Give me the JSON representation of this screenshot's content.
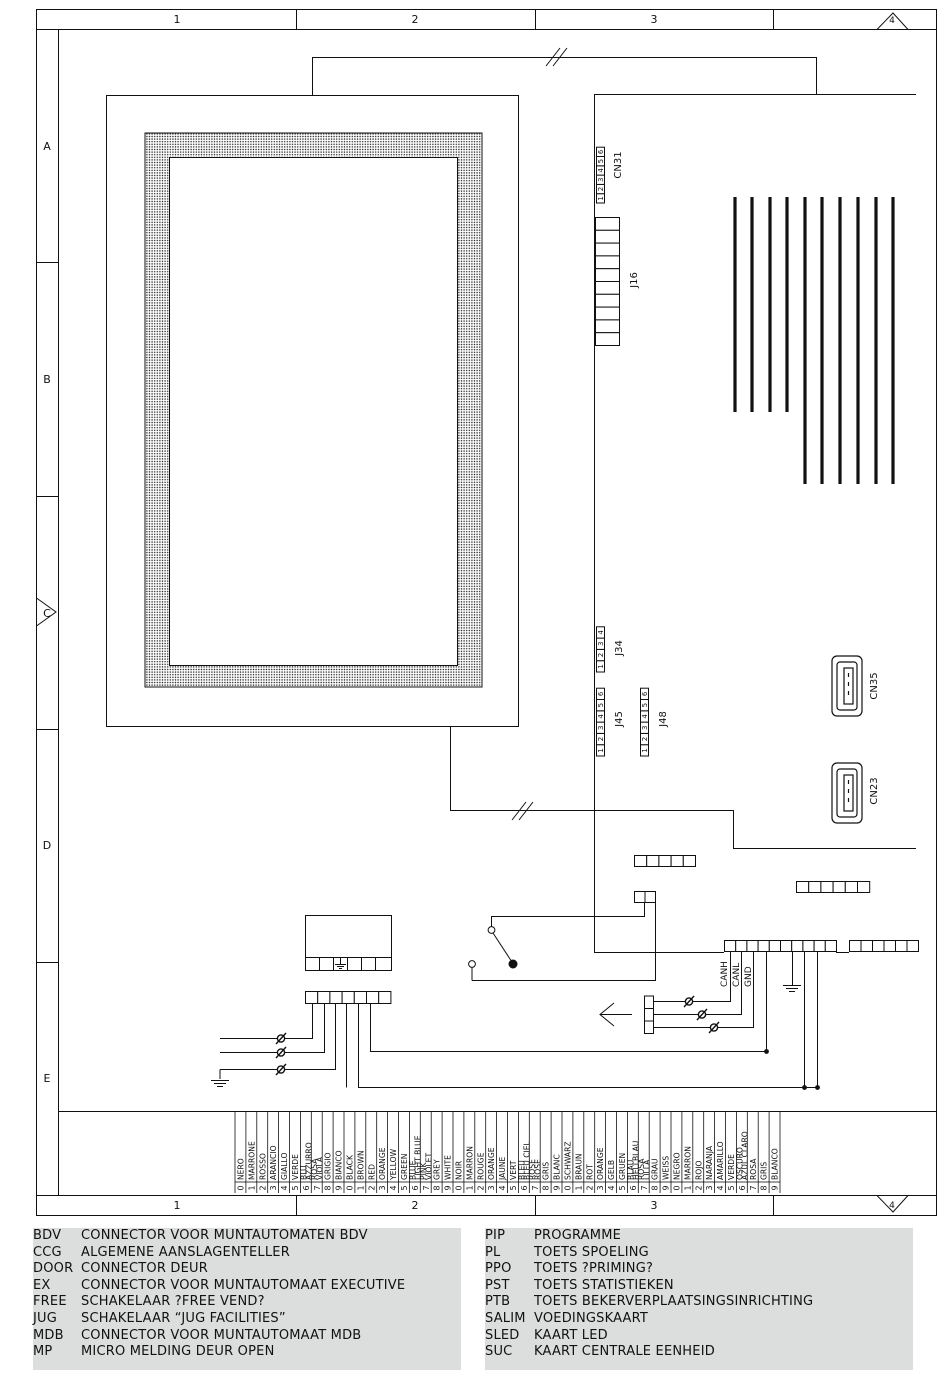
{
  "frame": {
    "columns": [
      "1",
      "2",
      "3",
      "4"
    ],
    "rows": [
      "A",
      "B",
      "C",
      "D",
      "E"
    ]
  },
  "connectors": {
    "cn31": {
      "label": "CN31",
      "pins": [
        "1",
        "2",
        "3",
        "4",
        "5",
        "6"
      ]
    },
    "j16": {
      "label": "J16"
    },
    "j34": {
      "label": "J34",
      "pins": [
        "1",
        "2",
        "3",
        "4"
      ]
    },
    "j45": {
      "label": "J45",
      "pins": [
        "1",
        "2",
        "3",
        "4",
        "5",
        "6"
      ]
    },
    "j48": {
      "label": "J48",
      "pins": [
        "1",
        "2",
        "3",
        "4",
        "5",
        "6"
      ]
    },
    "cn35": {
      "label": "CN35"
    },
    "cn23": {
      "label": "CN23"
    }
  },
  "can_labels": [
    "CANH",
    "CANL",
    "GND"
  ],
  "color_table": [
    {
      "n": "0",
      "names": [
        "NERO"
      ]
    },
    {
      "n": "1",
      "names": [
        "MARRONE"
      ]
    },
    {
      "n": "2",
      "names": [
        "ROSSO"
      ]
    },
    {
      "n": "3",
      "names": [
        "ARANCIO"
      ]
    },
    {
      "n": "4",
      "names": [
        "GIALLO"
      ]
    },
    {
      "n": "5",
      "names": [
        "VERDE"
      ]
    },
    {
      "n": "6",
      "names": [
        "BLU",
        "AZZURRO"
      ]
    },
    {
      "n": "7",
      "names": [
        "ROSA",
        "VIOLA"
      ]
    },
    {
      "n": "8",
      "names": [
        "GRIGIO"
      ]
    },
    {
      "n": "9",
      "names": [
        "BIANCO"
      ]
    },
    {
      "n": "0",
      "names": [
        "BLACK"
      ]
    },
    {
      "n": "1",
      "names": [
        "BROWN"
      ]
    },
    {
      "n": "2",
      "names": [
        "RED"
      ]
    },
    {
      "n": "3",
      "names": [
        "ORANGE"
      ]
    },
    {
      "n": "4",
      "names": [
        "YELLOW"
      ]
    },
    {
      "n": "5",
      "names": [
        "GREEN"
      ]
    },
    {
      "n": "6",
      "names": [
        "BLUE",
        "LIGHT BLUE"
      ]
    },
    {
      "n": "7",
      "names": [
        "PINK",
        "VIOLET"
      ]
    },
    {
      "n": "8",
      "names": [
        "GREY"
      ]
    },
    {
      "n": "9",
      "names": [
        "WHITE"
      ]
    },
    {
      "n": "0",
      "names": [
        "NOIR"
      ]
    },
    {
      "n": "1",
      "names": [
        "MARRON"
      ]
    },
    {
      "n": "2",
      "names": [
        "ROUGE"
      ]
    },
    {
      "n": "3",
      "names": [
        "ORANGE"
      ]
    },
    {
      "n": "4",
      "names": [
        "JAUNE"
      ]
    },
    {
      "n": "5",
      "names": [
        "VERT"
      ]
    },
    {
      "n": "6",
      "names": [
        "BLEU",
        "BLEU CIEL"
      ]
    },
    {
      "n": "7",
      "names": [
        "ROSE",
        "ROSE"
      ]
    },
    {
      "n": "8",
      "names": [
        "GRIS"
      ]
    },
    {
      "n": "9",
      "names": [
        "BLANC"
      ]
    },
    {
      "n": "0",
      "names": [
        "SCHWARZ"
      ]
    },
    {
      "n": "1",
      "names": [
        "BRAUN"
      ]
    },
    {
      "n": "2",
      "names": [
        "ROT"
      ]
    },
    {
      "n": "3",
      "names": [
        "ORANGE"
      ]
    },
    {
      "n": "4",
      "names": [
        "GELB"
      ]
    },
    {
      "n": "5",
      "names": [
        "GRUEN"
      ]
    },
    {
      "n": "6",
      "names": [
        "BLAU",
        "HELLBLAU"
      ]
    },
    {
      "n": "7",
      "names": [
        "ROSA",
        "LILLA"
      ]
    },
    {
      "n": "8",
      "names": [
        "GRAU"
      ]
    },
    {
      "n": "9",
      "names": [
        "WEISS"
      ]
    },
    {
      "n": "0",
      "names": [
        "NEGRO"
      ]
    },
    {
      "n": "1",
      "names": [
        "MARRON"
      ]
    },
    {
      "n": "2",
      "names": [
        "ROJO"
      ]
    },
    {
      "n": "3",
      "names": [
        "NARANJA"
      ]
    },
    {
      "n": "4",
      "names": [
        "AMARILLO"
      ]
    },
    {
      "n": "5",
      "names": [
        "VERDE"
      ]
    },
    {
      "n": "6",
      "names": [
        "OSCURO",
        "AZUL CLARO"
      ]
    },
    {
      "n": "7",
      "names": [
        "ROSA"
      ]
    },
    {
      "n": "8",
      "names": [
        "GRIS"
      ]
    },
    {
      "n": "9",
      "names": [
        "BLANCO"
      ]
    }
  ],
  "legend_left": [
    {
      "code": "BDV",
      "desc": "CONNECTOR VOOR MUNTAUTOMATEN BDV"
    },
    {
      "code": "CCG",
      "desc": "ALGEMENE AANSLAGENTELLER"
    },
    {
      "code": "DOOR",
      "desc": "CONNECTOR DEUR"
    },
    {
      "code": "EX",
      "desc": "CONNECTOR VOOR MUNTAUTOMAAT EXECUTIVE"
    },
    {
      "code": "FREE",
      "desc": "SCHAKELAAR ?FREE VEND?"
    },
    {
      "code": "JUG",
      "desc": "SCHAKELAAR “JUG FACILITIES”"
    },
    {
      "code": "MDB",
      "desc": "CONNECTOR VOOR MUNTAUTOMAAT MDB"
    },
    {
      "code": "MP",
      "desc": "MICRO MELDING DEUR OPEN"
    }
  ],
  "legend_right": [
    {
      "code": "PIP",
      "desc": "PROGRAMME"
    },
    {
      "code": "PL",
      "desc": "TOETS SPOELING"
    },
    {
      "code": "PPO",
      "desc": "TOETS ?PRIMING?"
    },
    {
      "code": "PST",
      "desc": "TOETS STATISTIEKEN"
    },
    {
      "code": "PTB",
      "desc": "TOETS BEKERVERPLAATSINGSINRICHTING"
    },
    {
      "code": "SALIM",
      "desc": "VOEDINGSKAART"
    },
    {
      "code": "SLED",
      "desc": "KAART LED"
    },
    {
      "code": "SUC",
      "desc": "KAART CENTRALE EENHEID"
    }
  ],
  "colors": {
    "ink": "#111111",
    "legend_bg": "#dcdedd"
  }
}
